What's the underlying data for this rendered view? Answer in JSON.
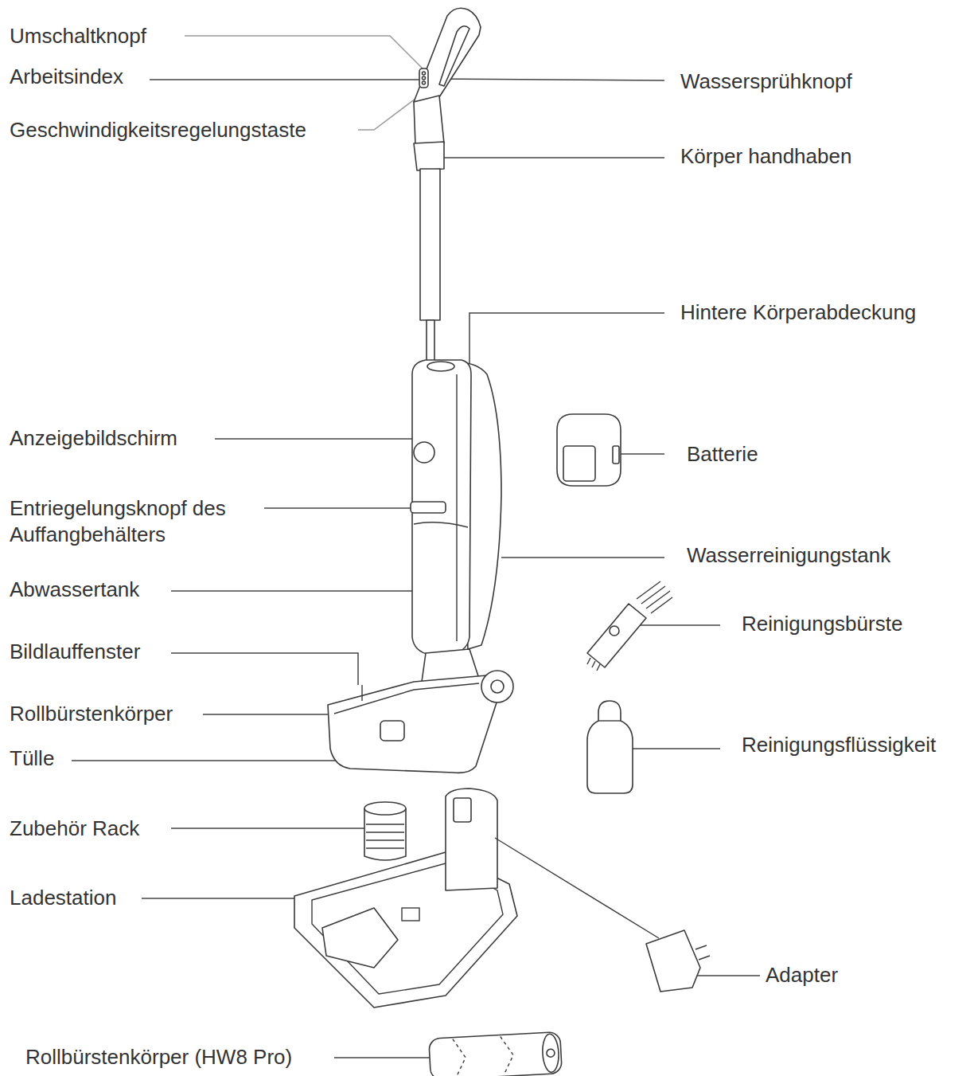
{
  "diagram": {
    "labels": [
      "Umschaltknopf",
      "Arbeitsindex",
      "Wassersprühknopf",
      "Geschwindigkeitsregelungstaste",
      "Körper handhaben",
      "Hintere Körperabdeckung",
      "Anzeigebildschirm",
      "Batterie",
      "Entriegelungsknopf des Auffangbehälters",
      "Wasserreinigungstank",
      "Abwassertank",
      "Reinigungsbürste",
      "Bildlauffenster",
      "Rollbürstenkörper",
      "Reinigungsflüssigkeit",
      "Tülle",
      "Zubehör Rack",
      "Ladestation",
      "Adapter",
      "Rollbürstenkörper (HW8 Pro)"
    ]
  }
}
